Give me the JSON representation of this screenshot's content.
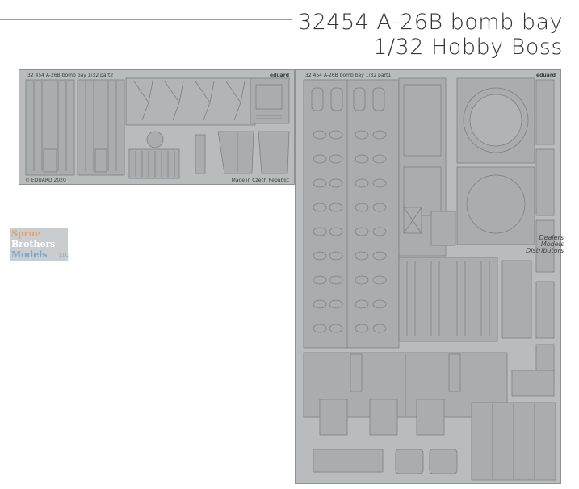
{
  "header": {
    "code_title": "32454  A-26B bomb bay",
    "scale_brand": "1/32 Hobby Boss"
  },
  "sheet2": {
    "label": "32 454 A-26B bomb bay 1/32   part2",
    "brand": "eduard",
    "copyright": "© EDUARD 2020",
    "origin": "Made in Czech Republic"
  },
  "sheet1": {
    "label": "32 454 A-26B bomb bay 1/32   part1",
    "brand": "eduard"
  },
  "watermark": {
    "line1": "Sprue",
    "line2": "Brothers",
    "line3": "Models",
    "suffix": "LLC"
  },
  "distributor": {
    "line1": "Dealers",
    "line2": "Models",
    "line3": "Distributors"
  },
  "colors": {
    "fret": "#b9bcbc",
    "part": "#a7abac",
    "line": "#7d8183"
  }
}
